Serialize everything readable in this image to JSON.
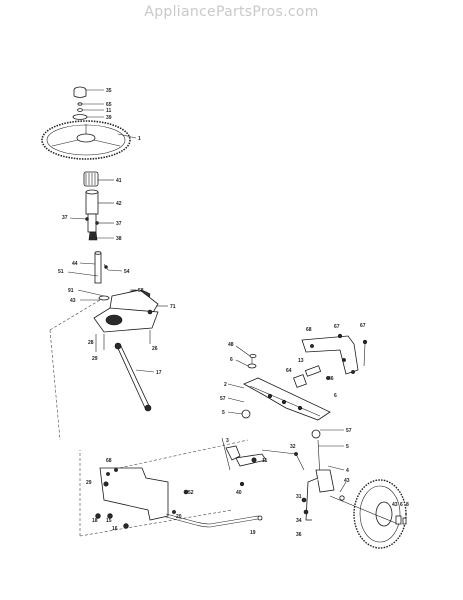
{
  "watermark": "AppliancePartsPros.com",
  "callouts": [
    {
      "id": "c35",
      "text": "35"
    },
    {
      "id": "c65",
      "text": "65"
    },
    {
      "id": "c11a",
      "text": "11"
    },
    {
      "id": "c39",
      "text": "39"
    },
    {
      "id": "c1",
      "text": "1"
    },
    {
      "id": "c41",
      "text": "41"
    },
    {
      "id": "c42",
      "text": "42"
    },
    {
      "id": "c37a",
      "text": "37"
    },
    {
      "id": "c37b",
      "text": "37"
    },
    {
      "id": "c38",
      "text": "38"
    },
    {
      "id": "c44",
      "text": "44"
    },
    {
      "id": "c51",
      "text": "51"
    },
    {
      "id": "c54",
      "text": "54"
    },
    {
      "id": "c91",
      "text": "91"
    },
    {
      "id": "c58",
      "text": "58"
    },
    {
      "id": "c43a",
      "text": "43"
    },
    {
      "id": "c71",
      "text": "71"
    },
    {
      "id": "c28a",
      "text": "28"
    },
    {
      "id": "c26",
      "text": "26"
    },
    {
      "id": "c29a",
      "text": "29"
    },
    {
      "id": "c17",
      "text": "17"
    },
    {
      "id": "c68a",
      "text": "68"
    },
    {
      "id": "c67a",
      "text": "67"
    },
    {
      "id": "c67b",
      "text": "67"
    },
    {
      "id": "c13",
      "text": "13"
    },
    {
      "id": "c48",
      "text": "48"
    },
    {
      "id": "c6a",
      "text": "6"
    },
    {
      "id": "c64",
      "text": "64"
    },
    {
      "id": "c46",
      "text": "46"
    },
    {
      "id": "c2",
      "text": "2"
    },
    {
      "id": "c6b",
      "text": "6"
    },
    {
      "id": "c57a",
      "text": "57"
    },
    {
      "id": "c5a",
      "text": "5"
    },
    {
      "id": "c57b",
      "text": "57"
    },
    {
      "id": "c3",
      "text": "3"
    },
    {
      "id": "c5b",
      "text": "5"
    },
    {
      "id": "c32",
      "text": "32"
    },
    {
      "id": "c11b",
      "text": "11"
    },
    {
      "id": "c4",
      "text": "4"
    },
    {
      "id": "c40",
      "text": "40"
    },
    {
      "id": "c68b",
      "text": "68"
    },
    {
      "id": "c29b",
      "text": "29"
    },
    {
      "id": "c52",
      "text": "52"
    },
    {
      "id": "c18",
      "text": "18"
    },
    {
      "id": "c15",
      "text": "15"
    },
    {
      "id": "c16",
      "text": "16"
    },
    {
      "id": "c20",
      "text": "20"
    },
    {
      "id": "c19",
      "text": "19"
    },
    {
      "id": "c31",
      "text": "31"
    },
    {
      "id": "c34",
      "text": "34"
    },
    {
      "id": "c36",
      "text": "36"
    },
    {
      "id": "c43b",
      "text": "43"
    },
    {
      "id": "c43c",
      "text": "43"
    },
    {
      "id": "c6c",
      "text": "6"
    },
    {
      "id": "c8",
      "text": "8"
    }
  ]
}
